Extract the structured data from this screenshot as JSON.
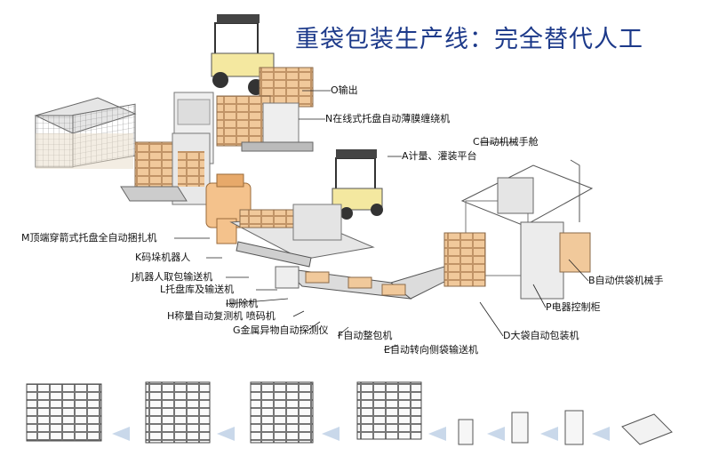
{
  "title": "重袋包装生产线：完全替代人工",
  "labels": {
    "O": "O输出",
    "N": "N在线式托盘自动薄膜缠绕机",
    "C": "C自动机械手舱",
    "A": "A计量、灌装平台",
    "M": "M顶端穿箭式托盘全自动捆扎机",
    "K": "K码垛机器人",
    "J": "J机器人取包输送机",
    "L": "L托盘库及输送机",
    "I": "I剔除机",
    "H": "H称量自动复测机 喷码机",
    "G": "G金属异物自动探测仪",
    "F": "F自动整包机",
    "E": "E自动转向侧袋输送机",
    "D": "D大袋自动包装机",
    "B": "B自动供袋机械手",
    "P": "P电器控制柜"
  },
  "colors": {
    "title": "#1d3a8a",
    "bag": "#e8b98a",
    "machine": "#dcdcdc",
    "arrow": "#c9d8ea"
  }
}
